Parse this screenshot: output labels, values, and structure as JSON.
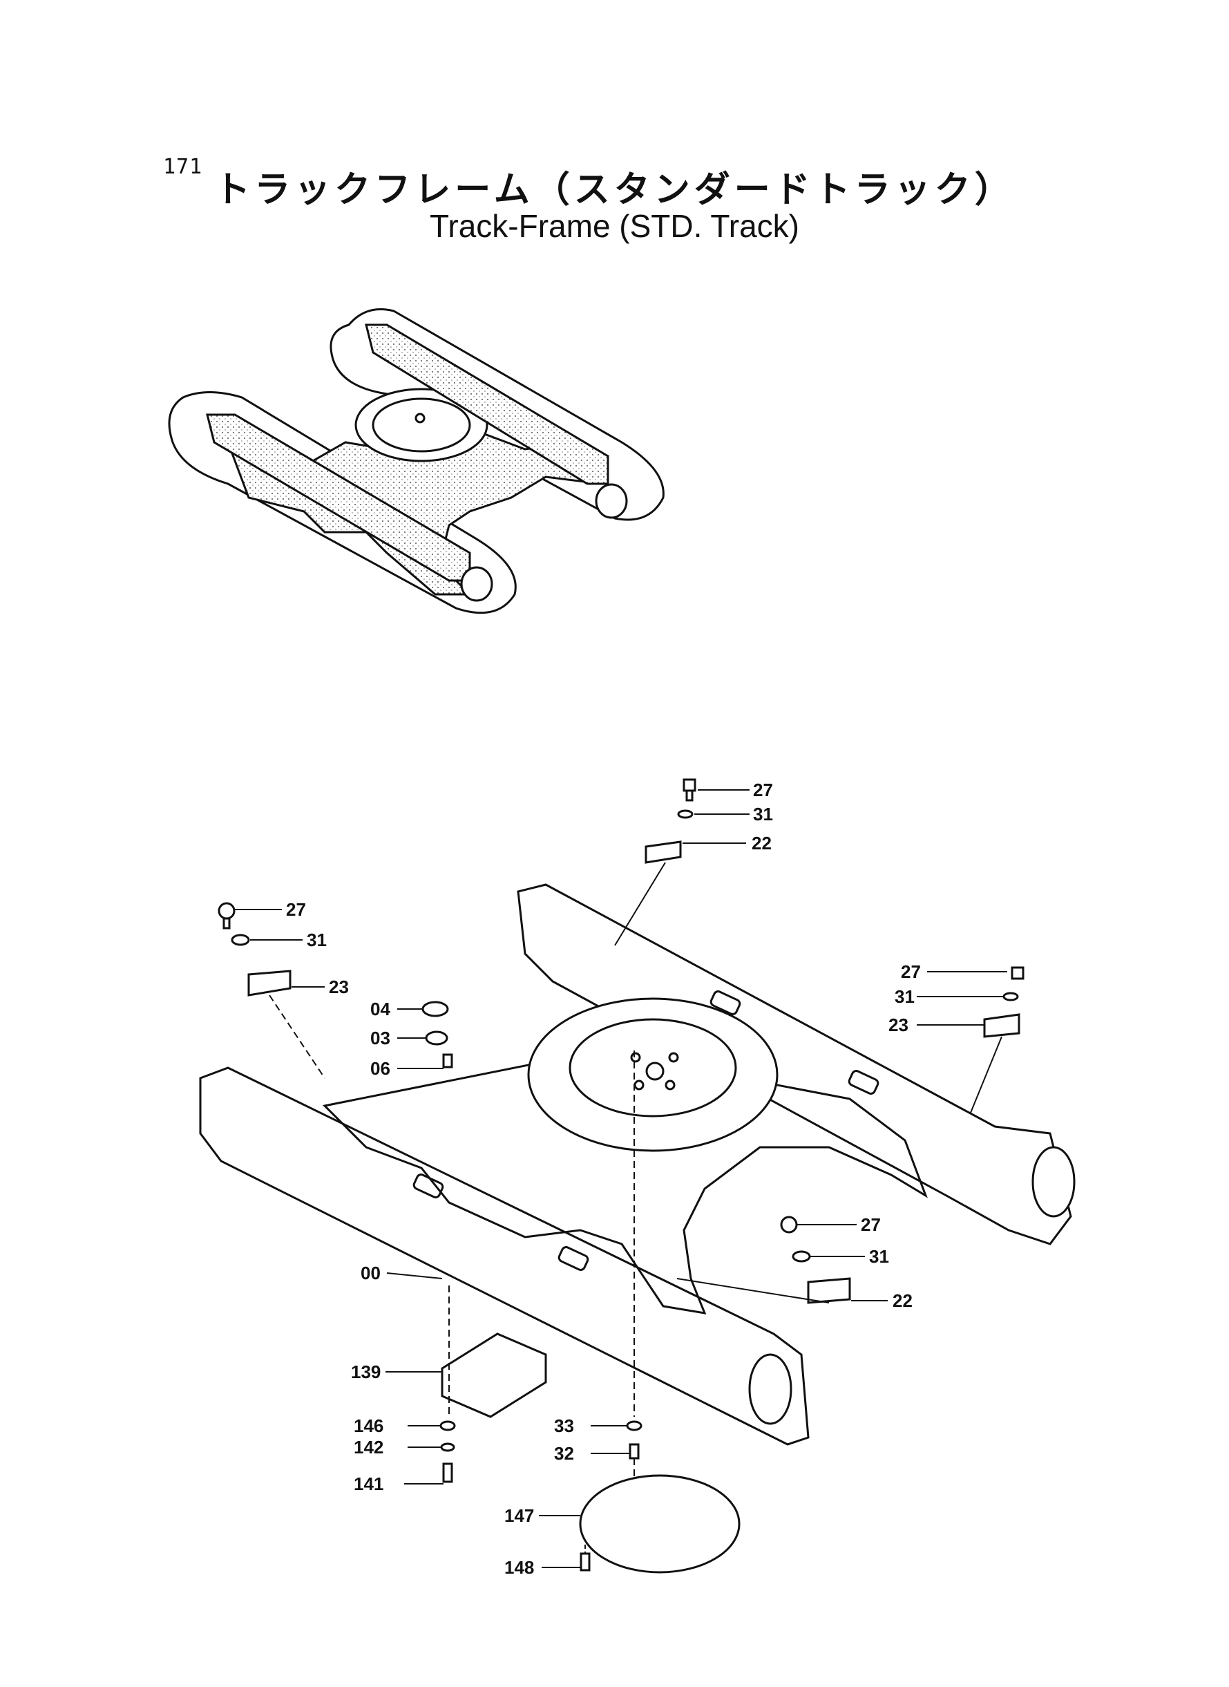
{
  "page_number": "171",
  "title_jp": "トラックフレーム（スタンダードトラック）",
  "title_en": "Track-Frame (STD. Track)",
  "callouts": [
    {
      "id": "c-27-top",
      "label": "27"
    },
    {
      "id": "c-31-top",
      "label": "31"
    },
    {
      "id": "c-22-top",
      "label": "22"
    },
    {
      "id": "c-27-left",
      "label": "27"
    },
    {
      "id": "c-31-left",
      "label": "31"
    },
    {
      "id": "c-23-left",
      "label": "23"
    },
    {
      "id": "c-04",
      "label": "04"
    },
    {
      "id": "c-03",
      "label": "03"
    },
    {
      "id": "c-06",
      "label": "06"
    },
    {
      "id": "c-27-right",
      "label": "27"
    },
    {
      "id": "c-31-right",
      "label": "31"
    },
    {
      "id": "c-23-right",
      "label": "23"
    },
    {
      "id": "c-27-lower",
      "label": "27"
    },
    {
      "id": "c-31-lower",
      "label": "31"
    },
    {
      "id": "c-22-lower",
      "label": "22"
    },
    {
      "id": "c-00",
      "label": "00"
    },
    {
      "id": "c-139",
      "label": "139"
    },
    {
      "id": "c-146",
      "label": "146"
    },
    {
      "id": "c-142",
      "label": "142"
    },
    {
      "id": "c-141",
      "label": "141"
    },
    {
      "id": "c-33",
      "label": "33"
    },
    {
      "id": "c-32",
      "label": "32"
    },
    {
      "id": "c-147",
      "label": "147"
    },
    {
      "id": "c-148",
      "label": "148"
    }
  ]
}
